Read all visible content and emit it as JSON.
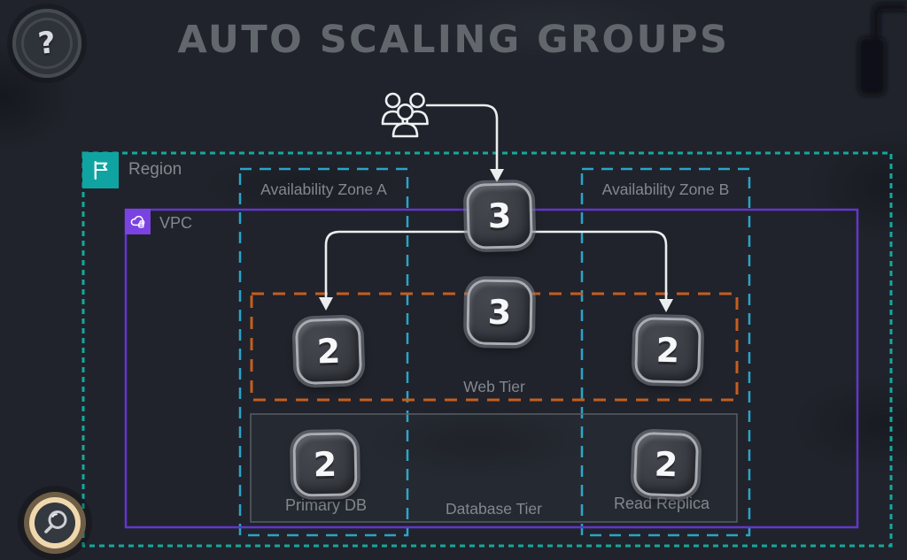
{
  "title": "AUTO SCALING GROUPS",
  "help_button": {
    "label": "?"
  },
  "zoom_button": {
    "icon": "magnifier-icon"
  },
  "region": {
    "label": "Region",
    "border_color": "#15a89d",
    "badge_color": "#0fa4a1",
    "icon": "flag-icon"
  },
  "vpc": {
    "label": "VPC",
    "border_color": "#6236cd",
    "badge_color": "#7b42e2",
    "icon": "cloud-lock-icon"
  },
  "zones": {
    "a": {
      "label": "Availability Zone A"
    },
    "b": {
      "label": "Availability Zone B"
    },
    "border_color": "#2aa4c9"
  },
  "web_tier": {
    "label": "Web Tier",
    "border_color": "#c45e20"
  },
  "database_tier": {
    "label": "Database Tier",
    "border_color": "#585d64"
  },
  "nodes": {
    "load_balancer": {
      "value": "3"
    },
    "asg": {
      "value": "3"
    },
    "web_zone_a": {
      "value": "2"
    },
    "web_zone_b": {
      "value": "2"
    },
    "primary_db": {
      "value": "2",
      "label": "Primary DB"
    },
    "read_replica": {
      "value": "2",
      "label": "Read Replica"
    }
  },
  "users_icon": "user-group-icon",
  "colors": {
    "arrow": "#ebedee",
    "title": "#62676d",
    "label": "#83888f",
    "tile_fill": "#3a3d44",
    "background": "#20232b"
  }
}
